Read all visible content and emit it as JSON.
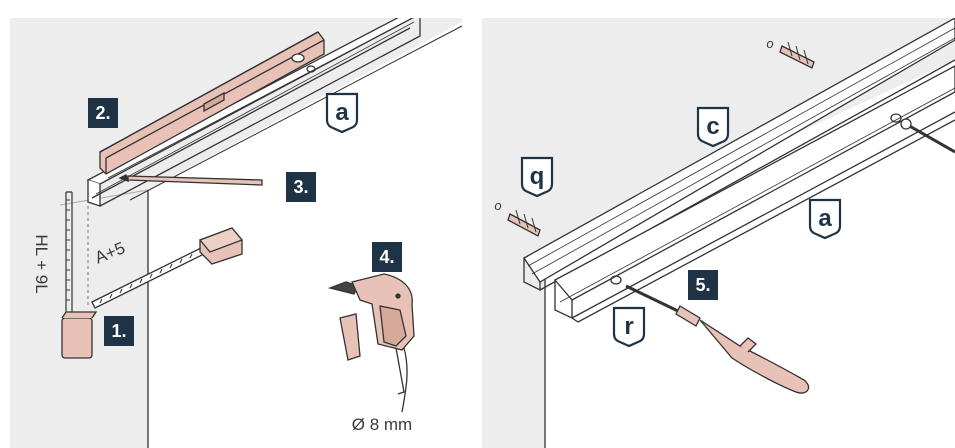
{
  "colors": {
    "panel": "#ededed",
    "step_box": "#1e3446",
    "badge_stroke": "#1e3446",
    "wood": "#e8c2b6",
    "line": "#333333"
  },
  "left_panel": {
    "steps": [
      "1.",
      "2.",
      "3.",
      "4."
    ],
    "badge_letters": [
      "a"
    ],
    "measure_vertical": "HL + 9L",
    "measure_offset": "A+5",
    "drill_size": "Ø 8 mm"
  },
  "right_panel": {
    "steps": [
      "5."
    ],
    "badge_letters": [
      "c",
      "q",
      "a",
      "r"
    ],
    "small_marks": [
      "o",
      "o"
    ]
  }
}
